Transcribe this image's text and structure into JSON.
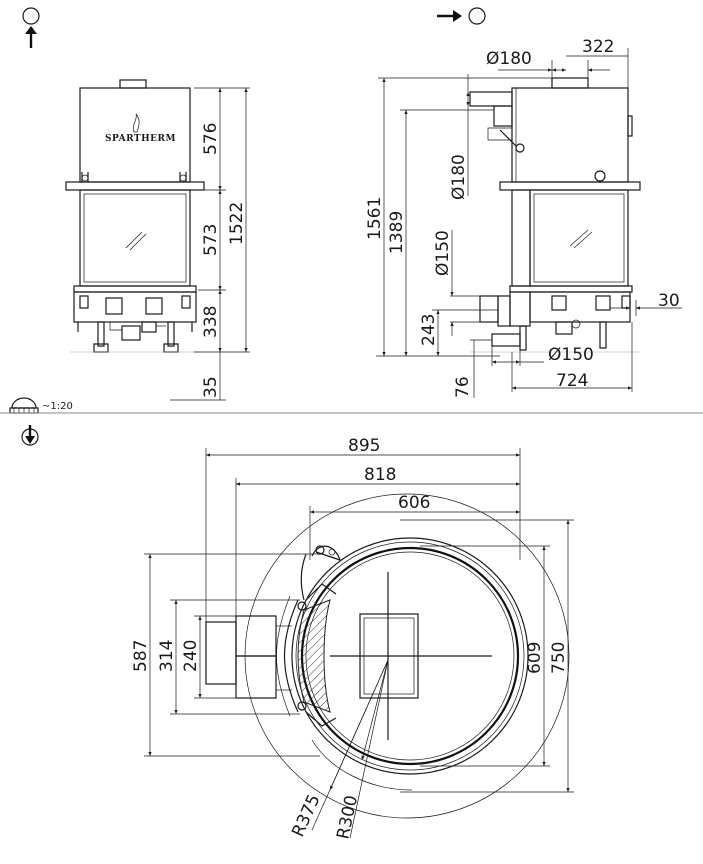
{
  "brand": "SPARTHERM",
  "scale_label": "~1:20",
  "front_view": {
    "dims": {
      "upper": "576",
      "middle": "573",
      "lower": "338",
      "total": "1522",
      "feet": "35"
    }
  },
  "side_view": {
    "dims": {
      "top_width": "322",
      "flue_dia_top": "Ø180",
      "flue_dia_side": "Ø180",
      "total_height": "1561",
      "flue_height": "1389",
      "air_dia_side": "Ø150",
      "air_height": "243",
      "offset": "30",
      "air_dia_bottom": "Ø150",
      "depth": "724",
      "bottom_offset": "76"
    }
  },
  "plan_view": {
    "dims": {
      "width_total": "895",
      "width_818": "818",
      "width_606": "606",
      "height_587": "587",
      "height_314": "314",
      "height_240": "240",
      "depth_609": "609",
      "depth_750": "750",
      "radius_outer": "R375",
      "radius_inner": "R300"
    }
  }
}
